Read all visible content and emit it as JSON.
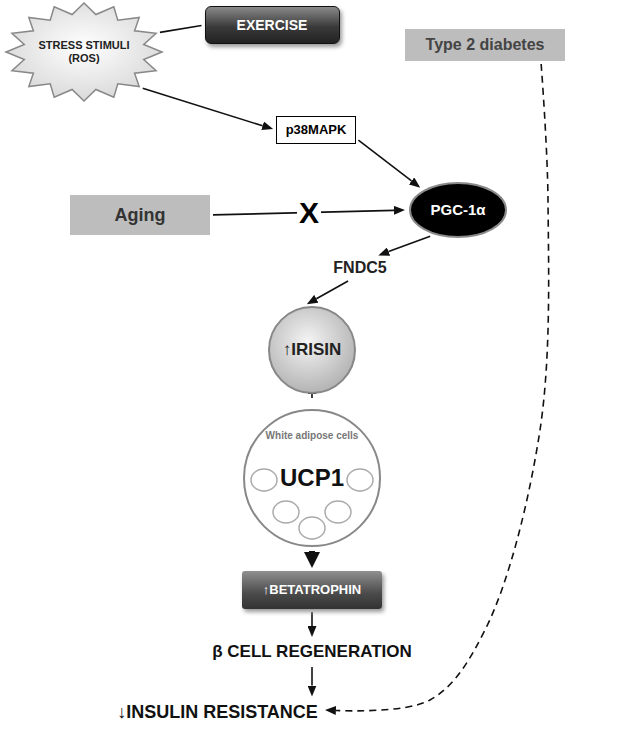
{
  "diagram": {
    "nodes": [
      {
        "text": [
          "STRESS STIMULI (ROS)"
        ]
      },
      {
        "text": [
          "EXERCISE"
        ]
      },
      {
        "text": [
          "Type 2 diabetes"
        ]
      },
      {
        "text": [
          "p38MAPK"
        ]
      },
      {
        "text": [
          "Aging"
        ]
      },
      {
        "text": [
          "PGC-1α"
        ]
      },
      {
        "text": [
          "FNDC5"
        ]
      },
      {
        "text": [
          "↑IRISIN"
        ]
      },
      {
        "text": [
          "White adipose cells",
          "UCP1"
        ]
      },
      {
        "text": [
          "↑BETATROPHIN"
        ]
      },
      {
        "text": [
          "β CELL REGENERATION"
        ]
      },
      {
        "text": [
          "↓INSULIN RESISTANCE"
        ]
      }
    ],
    "edges": [
      {
        "from": 0,
        "to": 1,
        "arrow": "none"
      },
      {
        "from": 0,
        "to": 3,
        "arrow": "to"
      },
      {
        "from": 3,
        "to": 5,
        "arrow": "to"
      },
      {
        "from": 4,
        "to": 5,
        "arrow": "to",
        "label": "X"
      },
      {
        "from": 5,
        "to": 6,
        "arrow": "to"
      },
      {
        "from": 6,
        "to": 7,
        "arrow": "to"
      },
      {
        "from": 7,
        "to": 8,
        "arrow": "to"
      },
      {
        "from": 8,
        "to": 9,
        "arrow": "to"
      },
      {
        "from": 9,
        "to": 10,
        "arrow": "to"
      },
      {
        "from": 10,
        "to": 11,
        "arrow": "to"
      },
      {
        "from": 2,
        "to": 11,
        "arrow": "to"
      }
    ]
  }
}
